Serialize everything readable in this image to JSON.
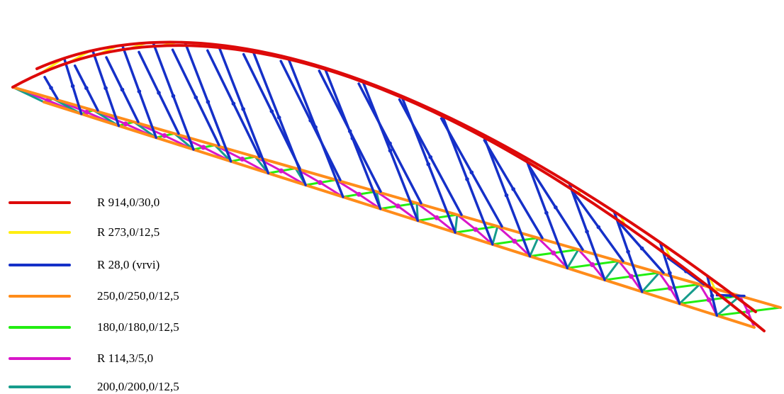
{
  "diagram": {
    "colors": {
      "arch_red": "#dd0a0a",
      "tie_yellow": "#ffee11",
      "hanger_blue": "#1530c8",
      "deck_orange": "#ff8c1a",
      "brace_green": "#22ee11",
      "brace_magenta": "#d816c9",
      "cross_teal": "#169c8c"
    },
    "legend": [
      {
        "label": "R 914,0/30,0",
        "color": "#dd0a0a"
      },
      {
        "label": "R 273,0/12,5",
        "color": "#ffee11"
      },
      {
        "label": "R 28,0 (vrvi)",
        "color": "#1530c8"
      },
      {
        "label": "250,0/250,0/12,5",
        "color": "#ff8c1a"
      },
      {
        "label": "180,0/180,0/12,5",
        "color": "#22ee11"
      },
      {
        "label": "R 114,3/5,0",
        "color": "#d816c9"
      },
      {
        "label": "200,0/200,0/12,5",
        "color": "#169c8c"
      }
    ]
  }
}
